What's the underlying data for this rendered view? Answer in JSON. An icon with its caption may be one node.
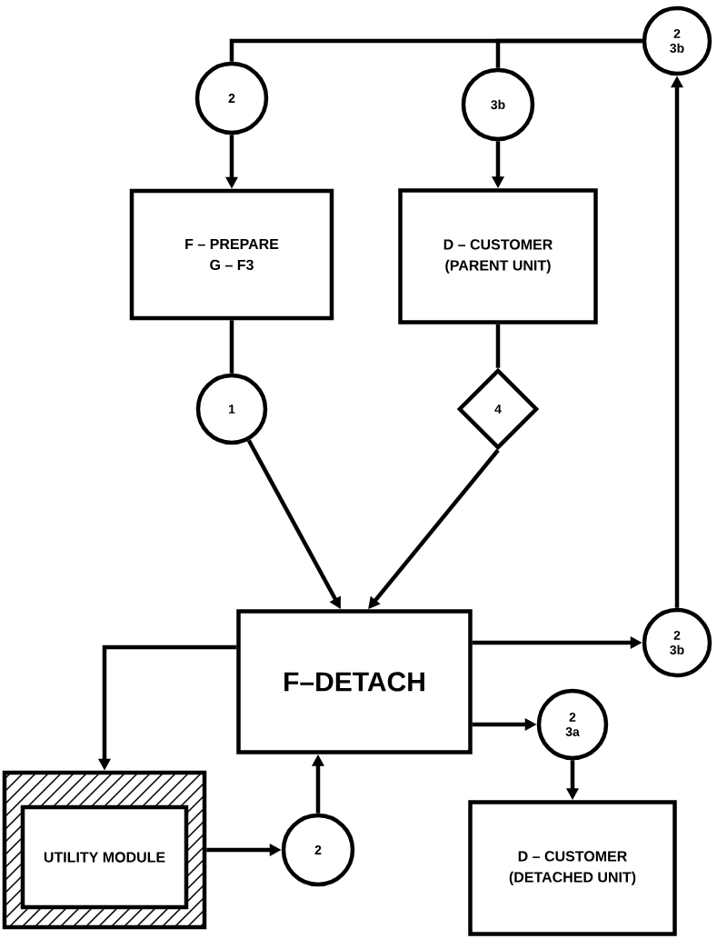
{
  "diagram": {
    "nodes": [
      {
        "text": [
          "2 3b"
        ]
      },
      {
        "text": [
          "2"
        ]
      },
      {
        "text": [
          "3b"
        ]
      },
      {
        "text": [
          "F – PREPARE",
          "G – F3"
        ]
      },
      {
        "text": [
          "D – CUSTOMER",
          "(PARENT UNIT)"
        ]
      },
      {
        "text": [
          "1"
        ]
      },
      {
        "text": [
          "4"
        ]
      },
      {
        "text": [
          "F–DETACH"
        ]
      },
      {
        "text": [
          "2 3b"
        ]
      },
      {
        "text": [
          "2 3a"
        ]
      },
      {
        "text": [
          "UTILITY MODULE"
        ]
      },
      {
        "text": [
          "2"
        ]
      },
      {
        "text": [
          "D – CUSTOMER",
          "(DETACHED UNIT)"
        ]
      }
    ],
    "edges": [
      {
        "from": 0,
        "to": 1,
        "arrow": "none"
      },
      {
        "from": 0,
        "to": 2,
        "arrow": "none"
      },
      {
        "from": 1,
        "to": 3,
        "arrow": "to"
      },
      {
        "from": 2,
        "to": 4,
        "arrow": "to"
      },
      {
        "from": 3,
        "to": 5,
        "arrow": "none"
      },
      {
        "from": 4,
        "to": 6,
        "arrow": "none"
      },
      {
        "from": 5,
        "to": 7,
        "arrow": "to"
      },
      {
        "from": 6,
        "to": 7,
        "arrow": "to"
      },
      {
        "from": 7,
        "to": 8,
        "arrow": "to"
      },
      {
        "from": 8,
        "to": 0,
        "arrow": "to"
      },
      {
        "from": 7,
        "to": 9,
        "arrow": "to"
      },
      {
        "from": 9,
        "to": 12,
        "arrow": "to"
      },
      {
        "from": 7,
        "to": 10,
        "arrow": "to"
      },
      {
        "from": 10,
        "to": 11,
        "arrow": "to"
      },
      {
        "from": 11,
        "to": 7,
        "arrow": "to"
      }
    ]
  }
}
